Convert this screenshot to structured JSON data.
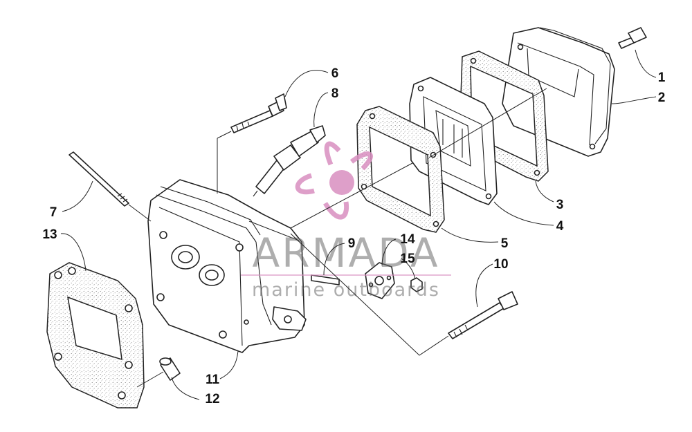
{
  "diagram": {
    "callouts": [
      {
        "id": "1",
        "label": "1"
      },
      {
        "id": "2",
        "label": "2"
      },
      {
        "id": "3",
        "label": "3"
      },
      {
        "id": "4",
        "label": "4"
      },
      {
        "id": "5",
        "label": "5"
      },
      {
        "id": "6",
        "label": "6"
      },
      {
        "id": "7",
        "label": "7"
      },
      {
        "id": "8",
        "label": "8"
      },
      {
        "id": "9",
        "label": "9"
      },
      {
        "id": "10",
        "label": "10"
      },
      {
        "id": "11",
        "label": "11"
      },
      {
        "id": "12",
        "label": "12"
      },
      {
        "id": "13",
        "label": "13"
      },
      {
        "id": "14",
        "label": "14"
      },
      {
        "id": "15",
        "label": "15"
      }
    ]
  },
  "watermark": {
    "title": "ARMADA",
    "subtitle": "marine outboards",
    "logo_color": "#d98fc0",
    "text_color": "#6b6b6b"
  }
}
